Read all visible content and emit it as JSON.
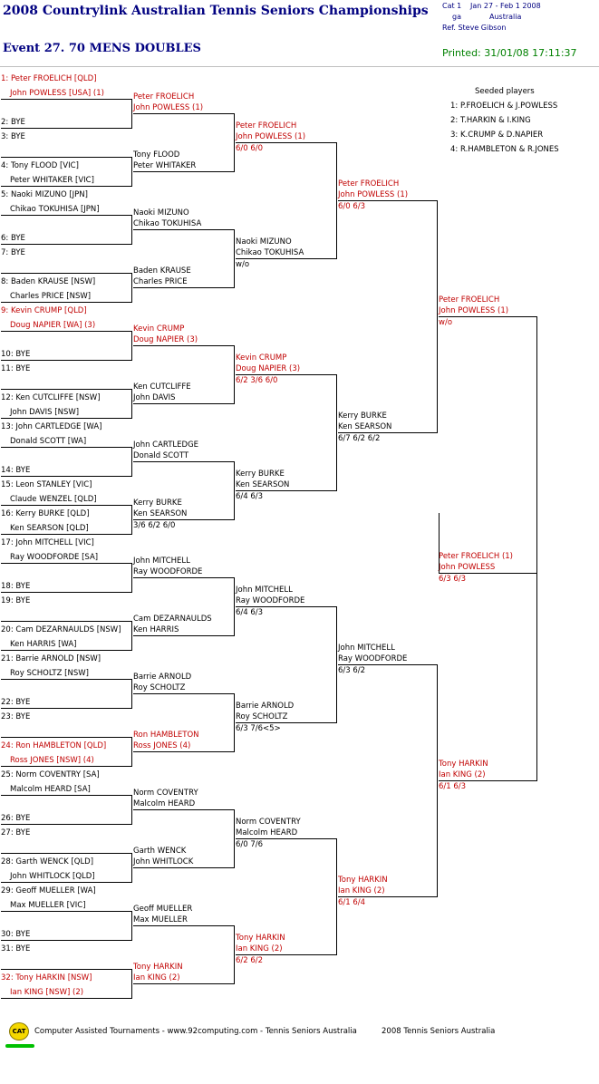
{
  "header": {
    "title": "2008 Countrylink Australian Tennis Seniors Championships",
    "cat": "Cat 1",
    "dates": "Jan 27 - Feb 1 2008",
    "venue_partial": "ga",
    "country": "Australia",
    "referee": "Ref. Steve Gibson",
    "event": "Event 27. 70 MENS DOUBLES",
    "printed": "Printed: 31/01/08 17:11:37"
  },
  "seeds": {
    "heading": "Seeded players",
    "items": [
      "1: P.FROELICH & J.POWLESS",
      "2: T.HARKIN & I.KING",
      "3: K.CRUMP & D.NAPIER",
      "4: R.HAMBLETON & R.JONES"
    ]
  },
  "r1": [
    {
      "l1": "1: Peter FROELICH [QLD]",
      "l2": "John POWLESS [USA] (1)",
      "red": true
    },
    {
      "l1": "",
      "l2": "2: BYE",
      "red": false
    },
    {
      "l1": "3: BYE",
      "l2": "",
      "red": false
    },
    {
      "l1": "4: Tony FLOOD [VIC]",
      "l2": "Peter WHITAKER [VIC]",
      "red": false
    },
    {
      "l1": "5: Naoki MIZUNO [JPN]",
      "l2": "Chikao TOKUHISA [JPN]",
      "red": false
    },
    {
      "l1": "",
      "l2": "6: BYE",
      "red": false
    },
    {
      "l1": "7: BYE",
      "l2": "",
      "red": false
    },
    {
      "l1": "8: Baden KRAUSE [NSW]",
      "l2": "Charles PRICE [NSW]",
      "red": false
    },
    {
      "l1": "9: Kevin CRUMP [QLD]",
      "l2": "Doug NAPIER [WA] (3)",
      "red": true
    },
    {
      "l1": "",
      "l2": "10: BYE",
      "red": false
    },
    {
      "l1": "11: BYE",
      "l2": "",
      "red": false
    },
    {
      "l1": "12: Ken CUTCLIFFE [NSW]",
      "l2": "John DAVIS [NSW]",
      "red": false
    },
    {
      "l1": "13: John CARTLEDGE [WA]",
      "l2": "Donald SCOTT [WA]",
      "red": false
    },
    {
      "l1": "",
      "l2": "14: BYE",
      "red": false
    },
    {
      "l1": "15: Leon STANLEY [VIC]",
      "l2": "Claude WENZEL [QLD]",
      "red": false
    },
    {
      "l1": "16: Kerry BURKE [QLD]",
      "l2": "Ken SEARSON [QLD]",
      "red": false
    },
    {
      "l1": "17: John MITCHELL [VIC]",
      "l2": "Ray WOODFORDE [SA]",
      "red": false
    },
    {
      "l1": "",
      "l2": "18: BYE",
      "red": false
    },
    {
      "l1": "19: BYE",
      "l2": "",
      "red": false
    },
    {
      "l1": "20: Cam DEZARNAULDS [NSW]",
      "l2": "Ken HARRIS [WA]",
      "red": false
    },
    {
      "l1": "21: Barrie ARNOLD [NSW]",
      "l2": "Roy SCHOLTZ [NSW]",
      "red": false
    },
    {
      "l1": "",
      "l2": "22: BYE",
      "red": false
    },
    {
      "l1": "23: BYE",
      "l2": "",
      "red": false
    },
    {
      "l1": "24: Ron HAMBLETON [QLD]",
      "l2": "Ross JONES [NSW] (4)",
      "red": true
    },
    {
      "l1": "25: Norm COVENTRY [SA]",
      "l2": "Malcolm HEARD [SA]",
      "red": false
    },
    {
      "l1": "",
      "l2": "26: BYE",
      "red": false
    },
    {
      "l1": "27: BYE",
      "l2": "",
      "red": false
    },
    {
      "l1": "28: Garth WENCK [QLD]",
      "l2": "John WHITLOCK [QLD]",
      "red": false
    },
    {
      "l1": "29: Geoff MUELLER [WA]",
      "l2": "Max MUELLER [VIC]",
      "red": false
    },
    {
      "l1": "",
      "l2": "30: BYE",
      "red": false
    },
    {
      "l1": "31: BYE",
      "l2": "",
      "red": false
    },
    {
      "l1": "32: Tony HARKIN [NSW]",
      "l2": "Ian KING [NSW] (2)",
      "red": true
    }
  ],
  "r2": [
    {
      "l1": "Peter FROELICH",
      "l2": "John POWLESS (1)",
      "score": "",
      "red": true
    },
    {
      "l1": "Tony FLOOD",
      "l2": "Peter WHITAKER",
      "score": "",
      "red": false
    },
    {
      "l1": "Naoki MIZUNO",
      "l2": "Chikao TOKUHISA",
      "score": "",
      "red": false
    },
    {
      "l1": "Baden KRAUSE",
      "l2": "Charles PRICE",
      "score": "",
      "red": false
    },
    {
      "l1": "Kevin CRUMP",
      "l2": "Doug NAPIER (3)",
      "score": "",
      "red": true
    },
    {
      "l1": "Ken CUTCLIFFE",
      "l2": "John DAVIS",
      "score": "",
      "red": false
    },
    {
      "l1": "John CARTLEDGE",
      "l2": "Donald SCOTT",
      "score": "",
      "red": false
    },
    {
      "l1": "Kerry BURKE",
      "l2": "Ken SEARSON",
      "score": "3/6 6/2 6/0",
      "red": false
    },
    {
      "l1": "John MITCHELL",
      "l2": "Ray WOODFORDE",
      "score": "",
      "red": false
    },
    {
      "l1": "Cam DEZARNAULDS",
      "l2": "Ken HARRIS",
      "score": "",
      "red": false
    },
    {
      "l1": "Barrie ARNOLD",
      "l2": "Roy SCHOLTZ",
      "score": "",
      "red": false
    },
    {
      "l1": "Ron HAMBLETON",
      "l2": "Ross JONES (4)",
      "score": "",
      "red": true
    },
    {
      "l1": "Norm COVENTRY",
      "l2": "Malcolm HEARD",
      "score": "",
      "red": false
    },
    {
      "l1": "Garth WENCK",
      "l2": "John WHITLOCK",
      "score": "",
      "red": false
    },
    {
      "l1": "Geoff MUELLER",
      "l2": "Max MUELLER",
      "score": "",
      "red": false
    },
    {
      "l1": "Tony HARKIN",
      "l2": "Ian KING (2)",
      "score": "",
      "red": true
    }
  ],
  "r3": [
    {
      "l1": "Peter FROELICH",
      "l2": "John POWLESS (1)",
      "score": "6/0 6/0",
      "red": true
    },
    {
      "l1": "Naoki MIZUNO",
      "l2": "Chikao TOKUHISA",
      "score": "w/o",
      "red": false
    },
    {
      "l1": "Kevin CRUMP",
      "l2": "Doug NAPIER (3)",
      "score": "6/2 3/6 6/0",
      "red": true
    },
    {
      "l1": "Kerry BURKE",
      "l2": "Ken SEARSON",
      "score": "6/4 6/3",
      "red": false
    },
    {
      "l1": "John MITCHELL",
      "l2": "Ray WOODFORDE",
      "score": "6/4 6/3",
      "red": false
    },
    {
      "l1": "Barrie ARNOLD",
      "l2": "Roy SCHOLTZ",
      "score": "6/3 7/6<5>",
      "red": false
    },
    {
      "l1": "Norm COVENTRY",
      "l2": "Malcolm HEARD",
      "score": "6/0 7/6",
      "red": false
    },
    {
      "l1": "Tony HARKIN",
      "l2": "Ian KING (2)",
      "score": "6/2 6/2",
      "red": true
    }
  ],
  "r4": [
    {
      "l1": "Peter FROELICH",
      "l2": "John POWLESS (1)",
      "score": "6/0 6/3",
      "red": true
    },
    {
      "l1": "Kerry BURKE",
      "l2": "Ken SEARSON",
      "score": "6/7 6/2 6/2",
      "red": false
    },
    {
      "l1": "John MITCHELL",
      "l2": "Ray WOODFORDE",
      "score": "6/3 6/2",
      "red": false
    },
    {
      "l1": "Tony HARKIN",
      "l2": "Ian KING (2)",
      "score": "6/1 6/4",
      "red": true
    }
  ],
  "r5": [
    {
      "l1": "Peter FROELICH",
      "l2": "John POWLESS (1)",
      "score": "w/o",
      "red": true
    },
    {
      "l1": "Tony HARKIN",
      "l2": "Ian KING (2)",
      "score": "6/1 6/3",
      "red": true
    }
  ],
  "r6": [
    {
      "l1": "Peter FROELICH (1)",
      "l2": "John POWLESS",
      "score": "6/3 6/3",
      "red": true
    }
  ],
  "footer": {
    "logo": "CAT",
    "text": "Computer Assisted Tournaments - www.92computing.com -  Tennis Seniors Australia",
    "right": "2008 Tennis Seniors Australia"
  }
}
